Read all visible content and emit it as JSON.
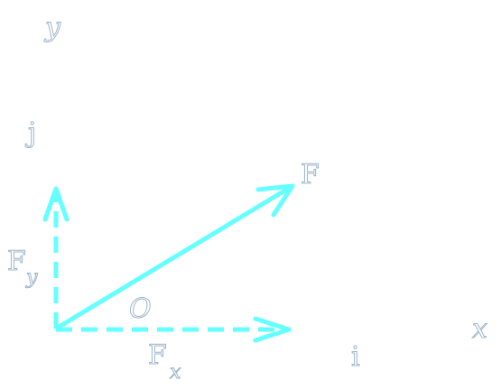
{
  "labels": {
    "y_axis": "y",
    "x_axis": "x",
    "unit_j": "j",
    "unit_i": "i",
    "force": "F",
    "fy_main": "F",
    "fy_sub": "y",
    "fx_main": "F",
    "fx_sub": "x",
    "origin": "O"
  },
  "colors": {
    "vector": "#66ffff",
    "label_stroke": "#9fb6cc"
  }
}
